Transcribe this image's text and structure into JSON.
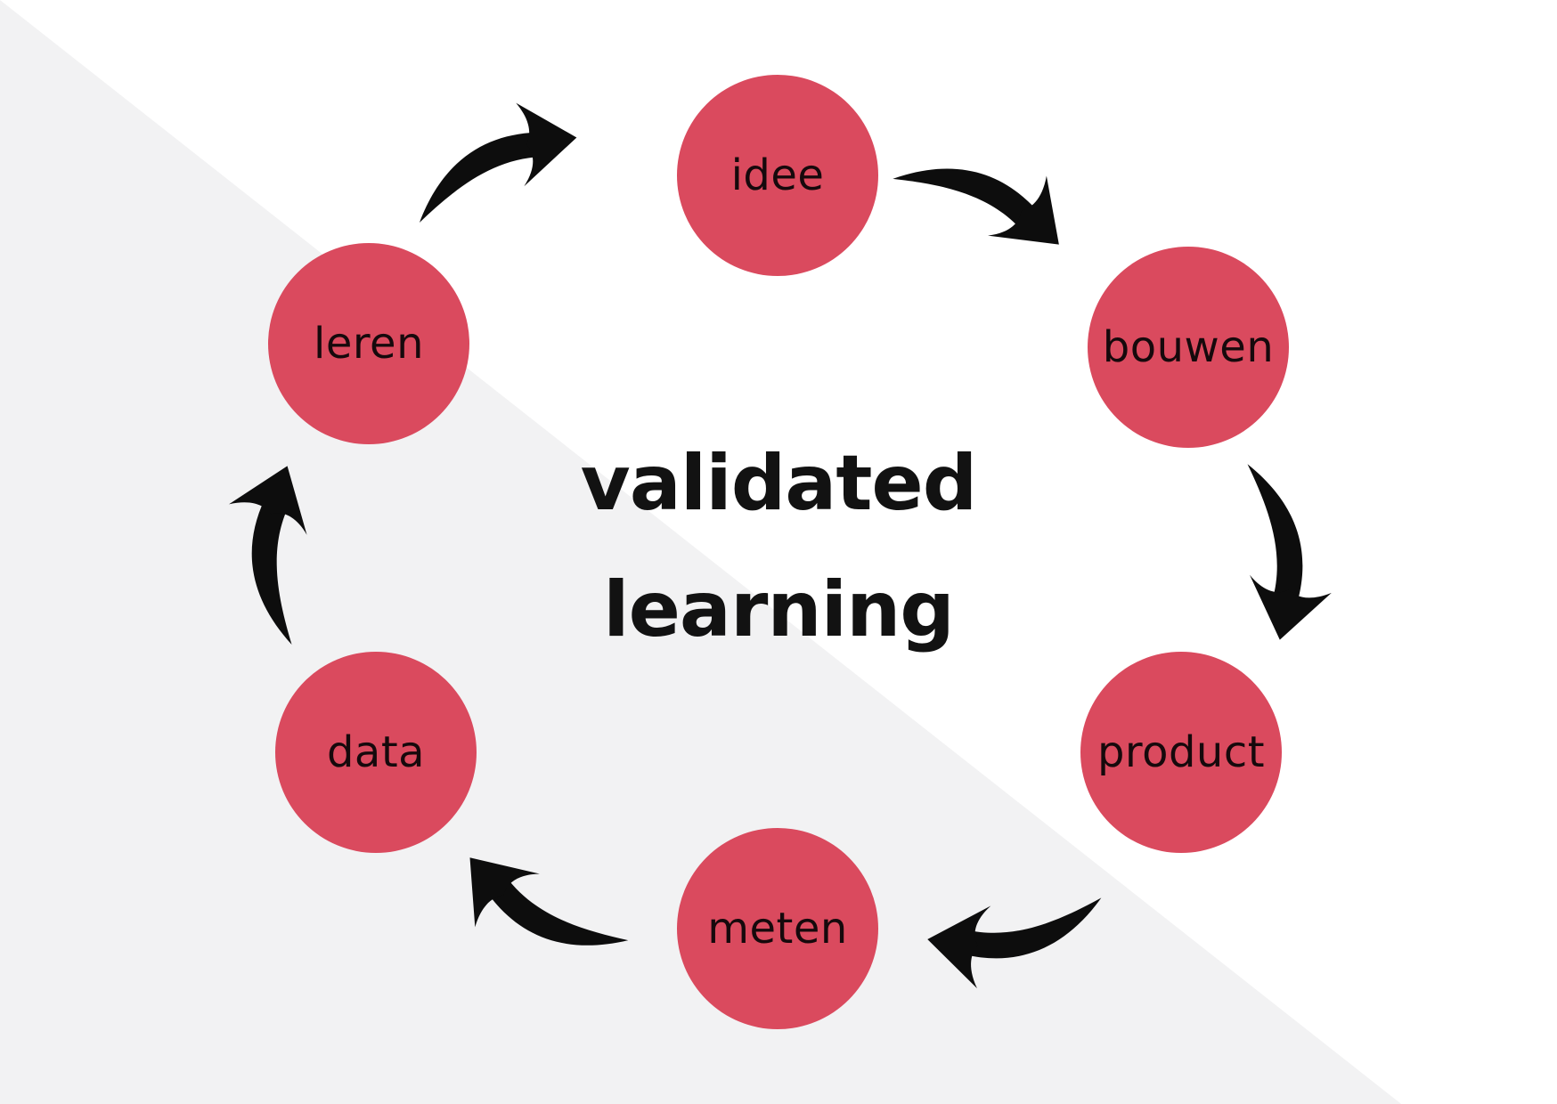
{
  "title": {
    "line1": "validated",
    "line2": "learning"
  },
  "nodes": [
    {
      "id": "idee",
      "label": "idee"
    },
    {
      "id": "bouwen",
      "label": "bouwen"
    },
    {
      "id": "product",
      "label": "product"
    },
    {
      "id": "meten",
      "label": "meten"
    },
    {
      "id": "data",
      "label": "data"
    },
    {
      "id": "leren",
      "label": "leren"
    }
  ],
  "arrows": [
    {
      "from": "leren",
      "to": "idee"
    },
    {
      "from": "idee",
      "to": "bouwen"
    },
    {
      "from": "bouwen",
      "to": "product"
    },
    {
      "from": "product",
      "to": "meten"
    },
    {
      "from": "meten",
      "to": "data"
    },
    {
      "from": "data",
      "to": "leren"
    }
  ],
  "colors": {
    "node_fill": "#da4a5e",
    "node_text": "#16090c",
    "title_text": "#121212",
    "arrow": "#0d0d0d",
    "background": "#ffffff",
    "triangle": "#f2f2f3"
  }
}
